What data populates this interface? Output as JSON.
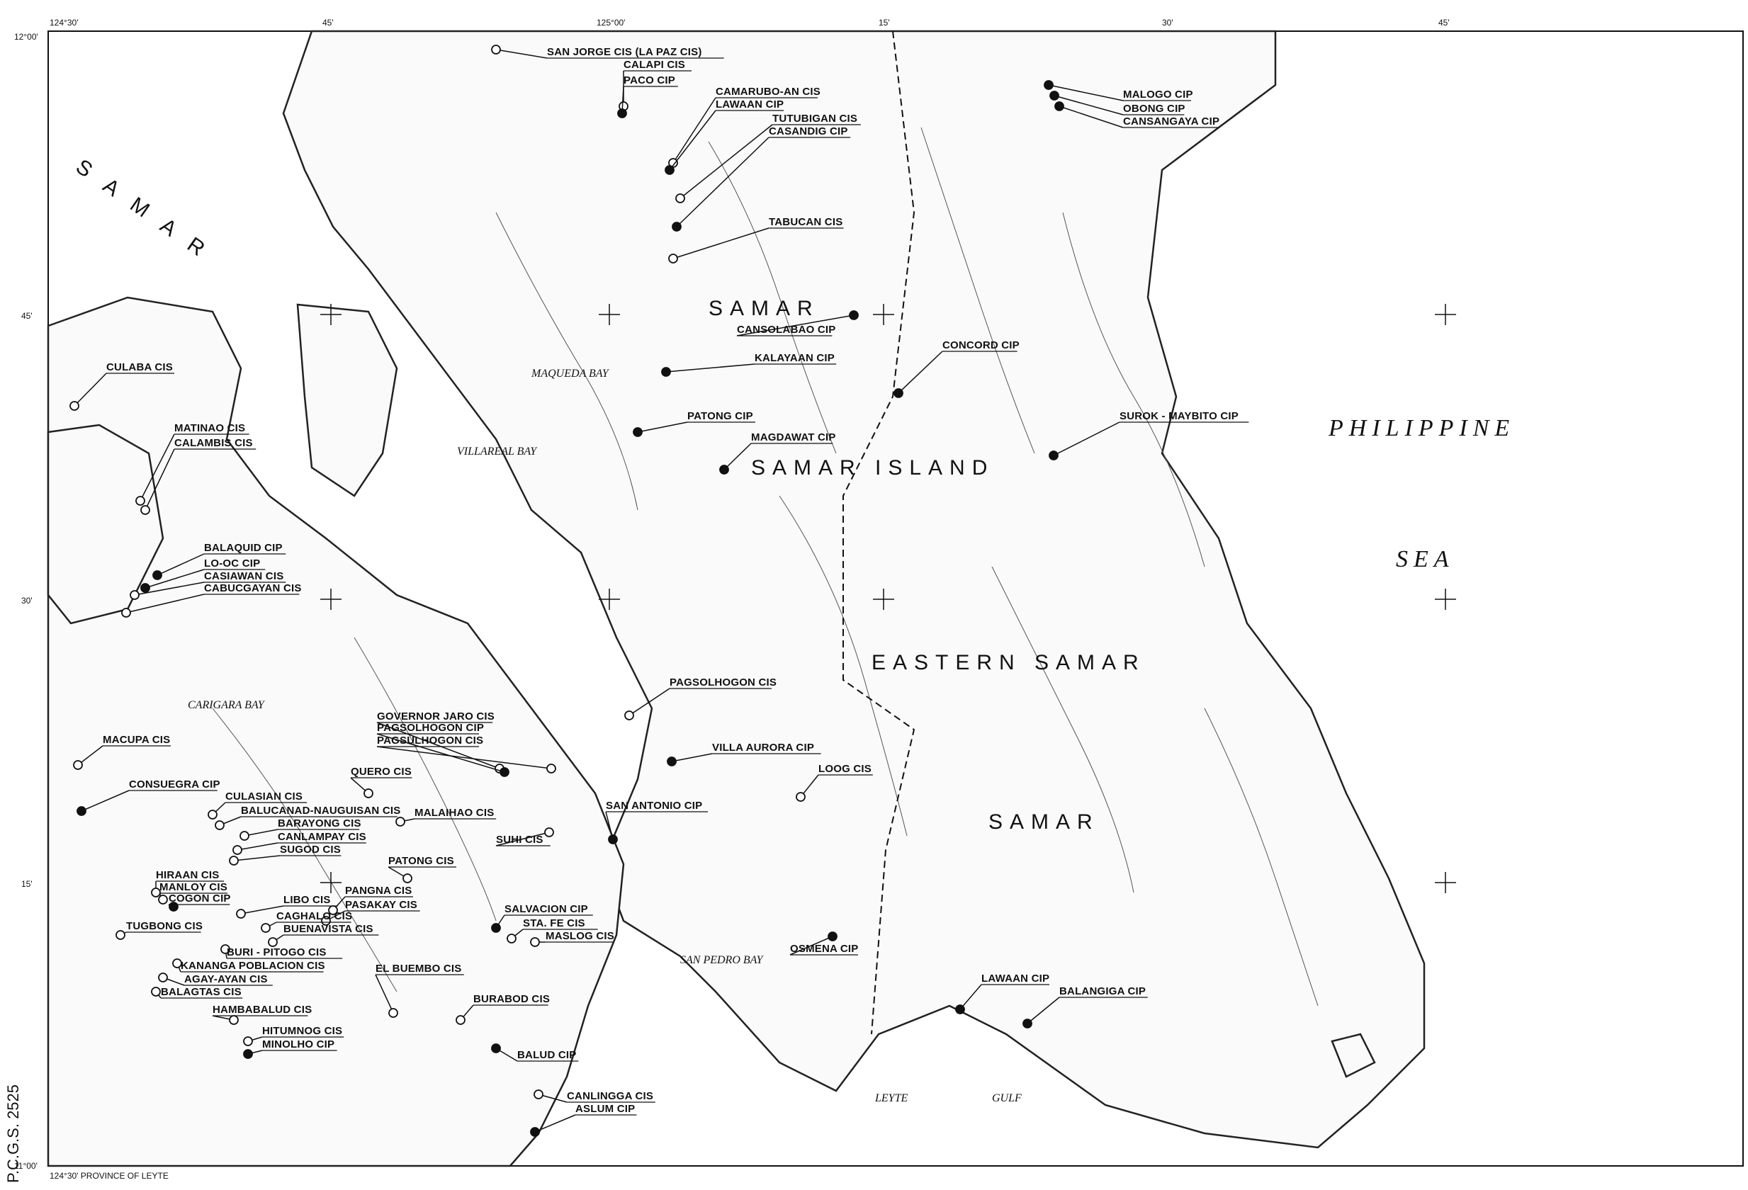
{
  "map": {
    "side_code": "P.C.G.S. 2525",
    "sea_labels": [
      "PHILIPPINE",
      "SEA"
    ],
    "island_labels": [
      "SAMAR",
      "SAMAR ISLAND",
      "EASTERN SAMAR",
      "SAMAR",
      "S A M A R"
    ],
    "water_labels": [
      "CARIGARA BAY",
      "MAQUEDA BAY",
      "VILLAREAL BAY",
      "SAN PEDRO BAY",
      "LEYTE",
      "GULF"
    ],
    "coord_labels": [
      "124°30'",
      "45'",
      "125°00'",
      "15'",
      "30'",
      "45'",
      "12°00'",
      "45'",
      "30'",
      "15'",
      "11°00'",
      "124°30' PROVINCE OF LEYTE"
    ],
    "irrigation_systems": [
      {
        "name": "SAN JORGE CIS (LA PAZ CIS)",
        "type": "CIS"
      },
      {
        "name": "CALAPI CIS",
        "type": "CIS"
      },
      {
        "name": "PACO CIP",
        "type": "CIP"
      },
      {
        "name": "CAMARUBO-AN CIS",
        "type": "CIS"
      },
      {
        "name": "LAWAAN CIP",
        "type": "CIP"
      },
      {
        "name": "TUTUBIGAN CIS",
        "type": "CIS"
      },
      {
        "name": "CASANDIG CIP",
        "type": "CIP"
      },
      {
        "name": "TABUCAN CIS",
        "type": "CIS"
      },
      {
        "name": "MALOGO CIP",
        "type": "CIP"
      },
      {
        "name": "OBONG CIP",
        "type": "CIP"
      },
      {
        "name": "CANSANGAYA CIP",
        "type": "CIP"
      },
      {
        "name": "CANSOLABAO CIP",
        "type": "CIP"
      },
      {
        "name": "CONCORD CIP",
        "type": "CIP"
      },
      {
        "name": "KALAYAAN CIP",
        "type": "CIP"
      },
      {
        "name": "PATONG CIP",
        "type": "CIP"
      },
      {
        "name": "MAGDAWAT CIP",
        "type": "CIP"
      },
      {
        "name": "SUROK - MAYBITO CIP",
        "type": "CIP"
      },
      {
        "name": "CULABA CIS",
        "type": "CIS"
      },
      {
        "name": "MATINAO CIS",
        "type": "CIS"
      },
      {
        "name": "CALAMBIS CIS",
        "type": "CIS"
      },
      {
        "name": "BALAQUID CIP",
        "type": "CIP"
      },
      {
        "name": "LO-OC CIP",
        "type": "CIP"
      },
      {
        "name": "CASIAWAN CIS",
        "type": "CIS"
      },
      {
        "name": "CABUCGAYAN CIS",
        "type": "CIS"
      },
      {
        "name": "PAGSOLHOGON CIS",
        "type": "CIS"
      },
      {
        "name": "MACUPA CIS",
        "type": "CIS"
      },
      {
        "name": "GOVERNOR JARO CIS",
        "type": "CIS"
      },
      {
        "name": "PAGSOLHOGON CIP",
        "type": "CIP"
      },
      {
        "name": "PAGSULHOGON CIS",
        "type": "CIS"
      },
      {
        "name": "VILLA AURORA CIP",
        "type": "CIP"
      },
      {
        "name": "LOOG CIS",
        "type": "CIS"
      },
      {
        "name": "QUERO CIS",
        "type": "CIS"
      },
      {
        "name": "CONSUEGRA CIP",
        "type": "CIP"
      },
      {
        "name": "CULASIAN CIS",
        "type": "CIS"
      },
      {
        "name": "MALAIHAO CIS",
        "type": "CIS"
      },
      {
        "name": "SAN ANTONIO CIP",
        "type": "CIP"
      },
      {
        "name": "BALUCANAD-NAUGUISAN CIS",
        "type": "CIS"
      },
      {
        "name": "BARAYONG CIS",
        "type": "CIS"
      },
      {
        "name": "CANLAMPAY CIS",
        "type": "CIS"
      },
      {
        "name": "SUHI CIS",
        "type": "CIS"
      },
      {
        "name": "SUGOD CIS",
        "type": "CIS"
      },
      {
        "name": "PATONG CIS",
        "type": "CIS"
      },
      {
        "name": "HIRAAN CIS",
        "type": "CIS"
      },
      {
        "name": "MANLOY CIS",
        "type": "CIS"
      },
      {
        "name": "COGON CIP",
        "type": "CIP"
      },
      {
        "name": "LIBO CIS",
        "type": "CIS"
      },
      {
        "name": "PANGNA CIS",
        "type": "CIS"
      },
      {
        "name": "PASAKAY CIS",
        "type": "CIS"
      },
      {
        "name": "CAGHALO CIS",
        "type": "CIS"
      },
      {
        "name": "BUENAVISTA CIS",
        "type": "CIS"
      },
      {
        "name": "SALVACION CIP",
        "type": "CIP"
      },
      {
        "name": "STA. FE CIS",
        "type": "CIS"
      },
      {
        "name": "MASLOG CIS",
        "type": "CIS"
      },
      {
        "name": "TUGBONG CIS",
        "type": "CIS"
      },
      {
        "name": "BURI - PITOGO CIS",
        "type": "CIS"
      },
      {
        "name": "KANANGA POBLACION CIS",
        "type": "CIS"
      },
      {
        "name": "AGAY-AYAN CIS",
        "type": "CIS"
      },
      {
        "name": "BALAGTAS CIS",
        "type": "CIS"
      },
      {
        "name": "EL BUEMBO CIS",
        "type": "CIS"
      },
      {
        "name": "HAMBABALUD CIS",
        "type": "CIS"
      },
      {
        "name": "BURABOD CIS",
        "type": "CIS"
      },
      {
        "name": "HITUMNOG CIS",
        "type": "CIS"
      },
      {
        "name": "MINOLHO CIP",
        "type": "CIP"
      },
      {
        "name": "BALUD CIP",
        "type": "CIP"
      },
      {
        "name": "OSMENA CIP",
        "type": "CIP"
      },
      {
        "name": "LAWAAN CIP",
        "type": "CIP"
      },
      {
        "name": "BALANGIGA CIP",
        "type": "CIP"
      },
      {
        "name": "CANLINGGA CIS",
        "type": "CIS"
      },
      {
        "name": "ASLUM CIP",
        "type": "CIP"
      }
    ]
  }
}
